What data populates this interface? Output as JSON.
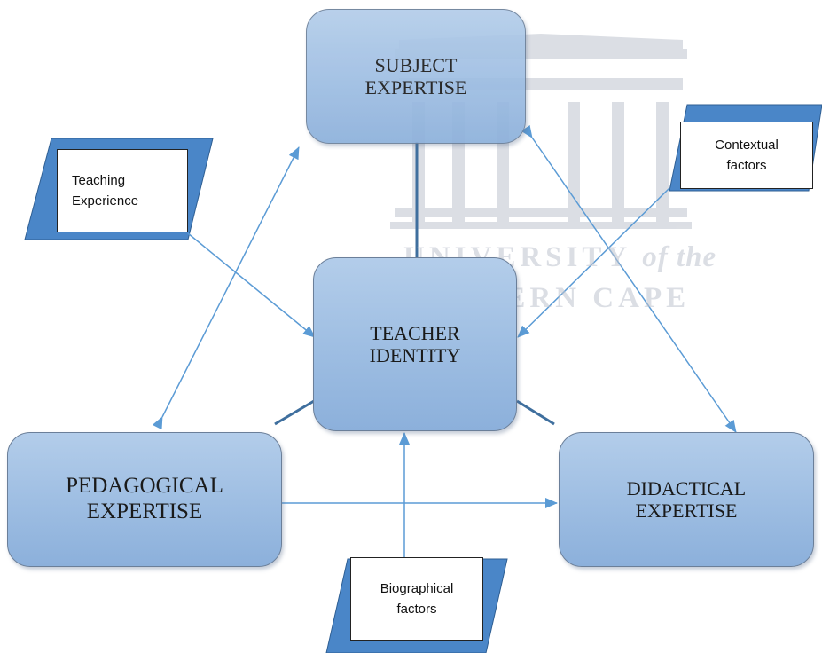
{
  "nodes": {
    "subject": "SUBJECT\nEXPERTISE",
    "teacher": "TEACHER\nIDENTITY",
    "pedagogical": "PEDAGOGICAL\nEXPERTISE",
    "didactical": "DIDACTICAL\nEXPERTISE"
  },
  "factors": {
    "teaching": "Teaching\nExperience",
    "contextual": "Contextual\nfactors",
    "biographical": "Biographical\nfactors"
  },
  "watermark": {
    "line1": "UNIVERSITY",
    "line1_suffix": "of the",
    "line2": "WESTERN CAPE"
  },
  "colors": {
    "node_fill": "#9dbde2",
    "parallelogram_fill": "#4a86c8",
    "arrow": "#5b9bd5",
    "connector": "#3f6f9e"
  }
}
